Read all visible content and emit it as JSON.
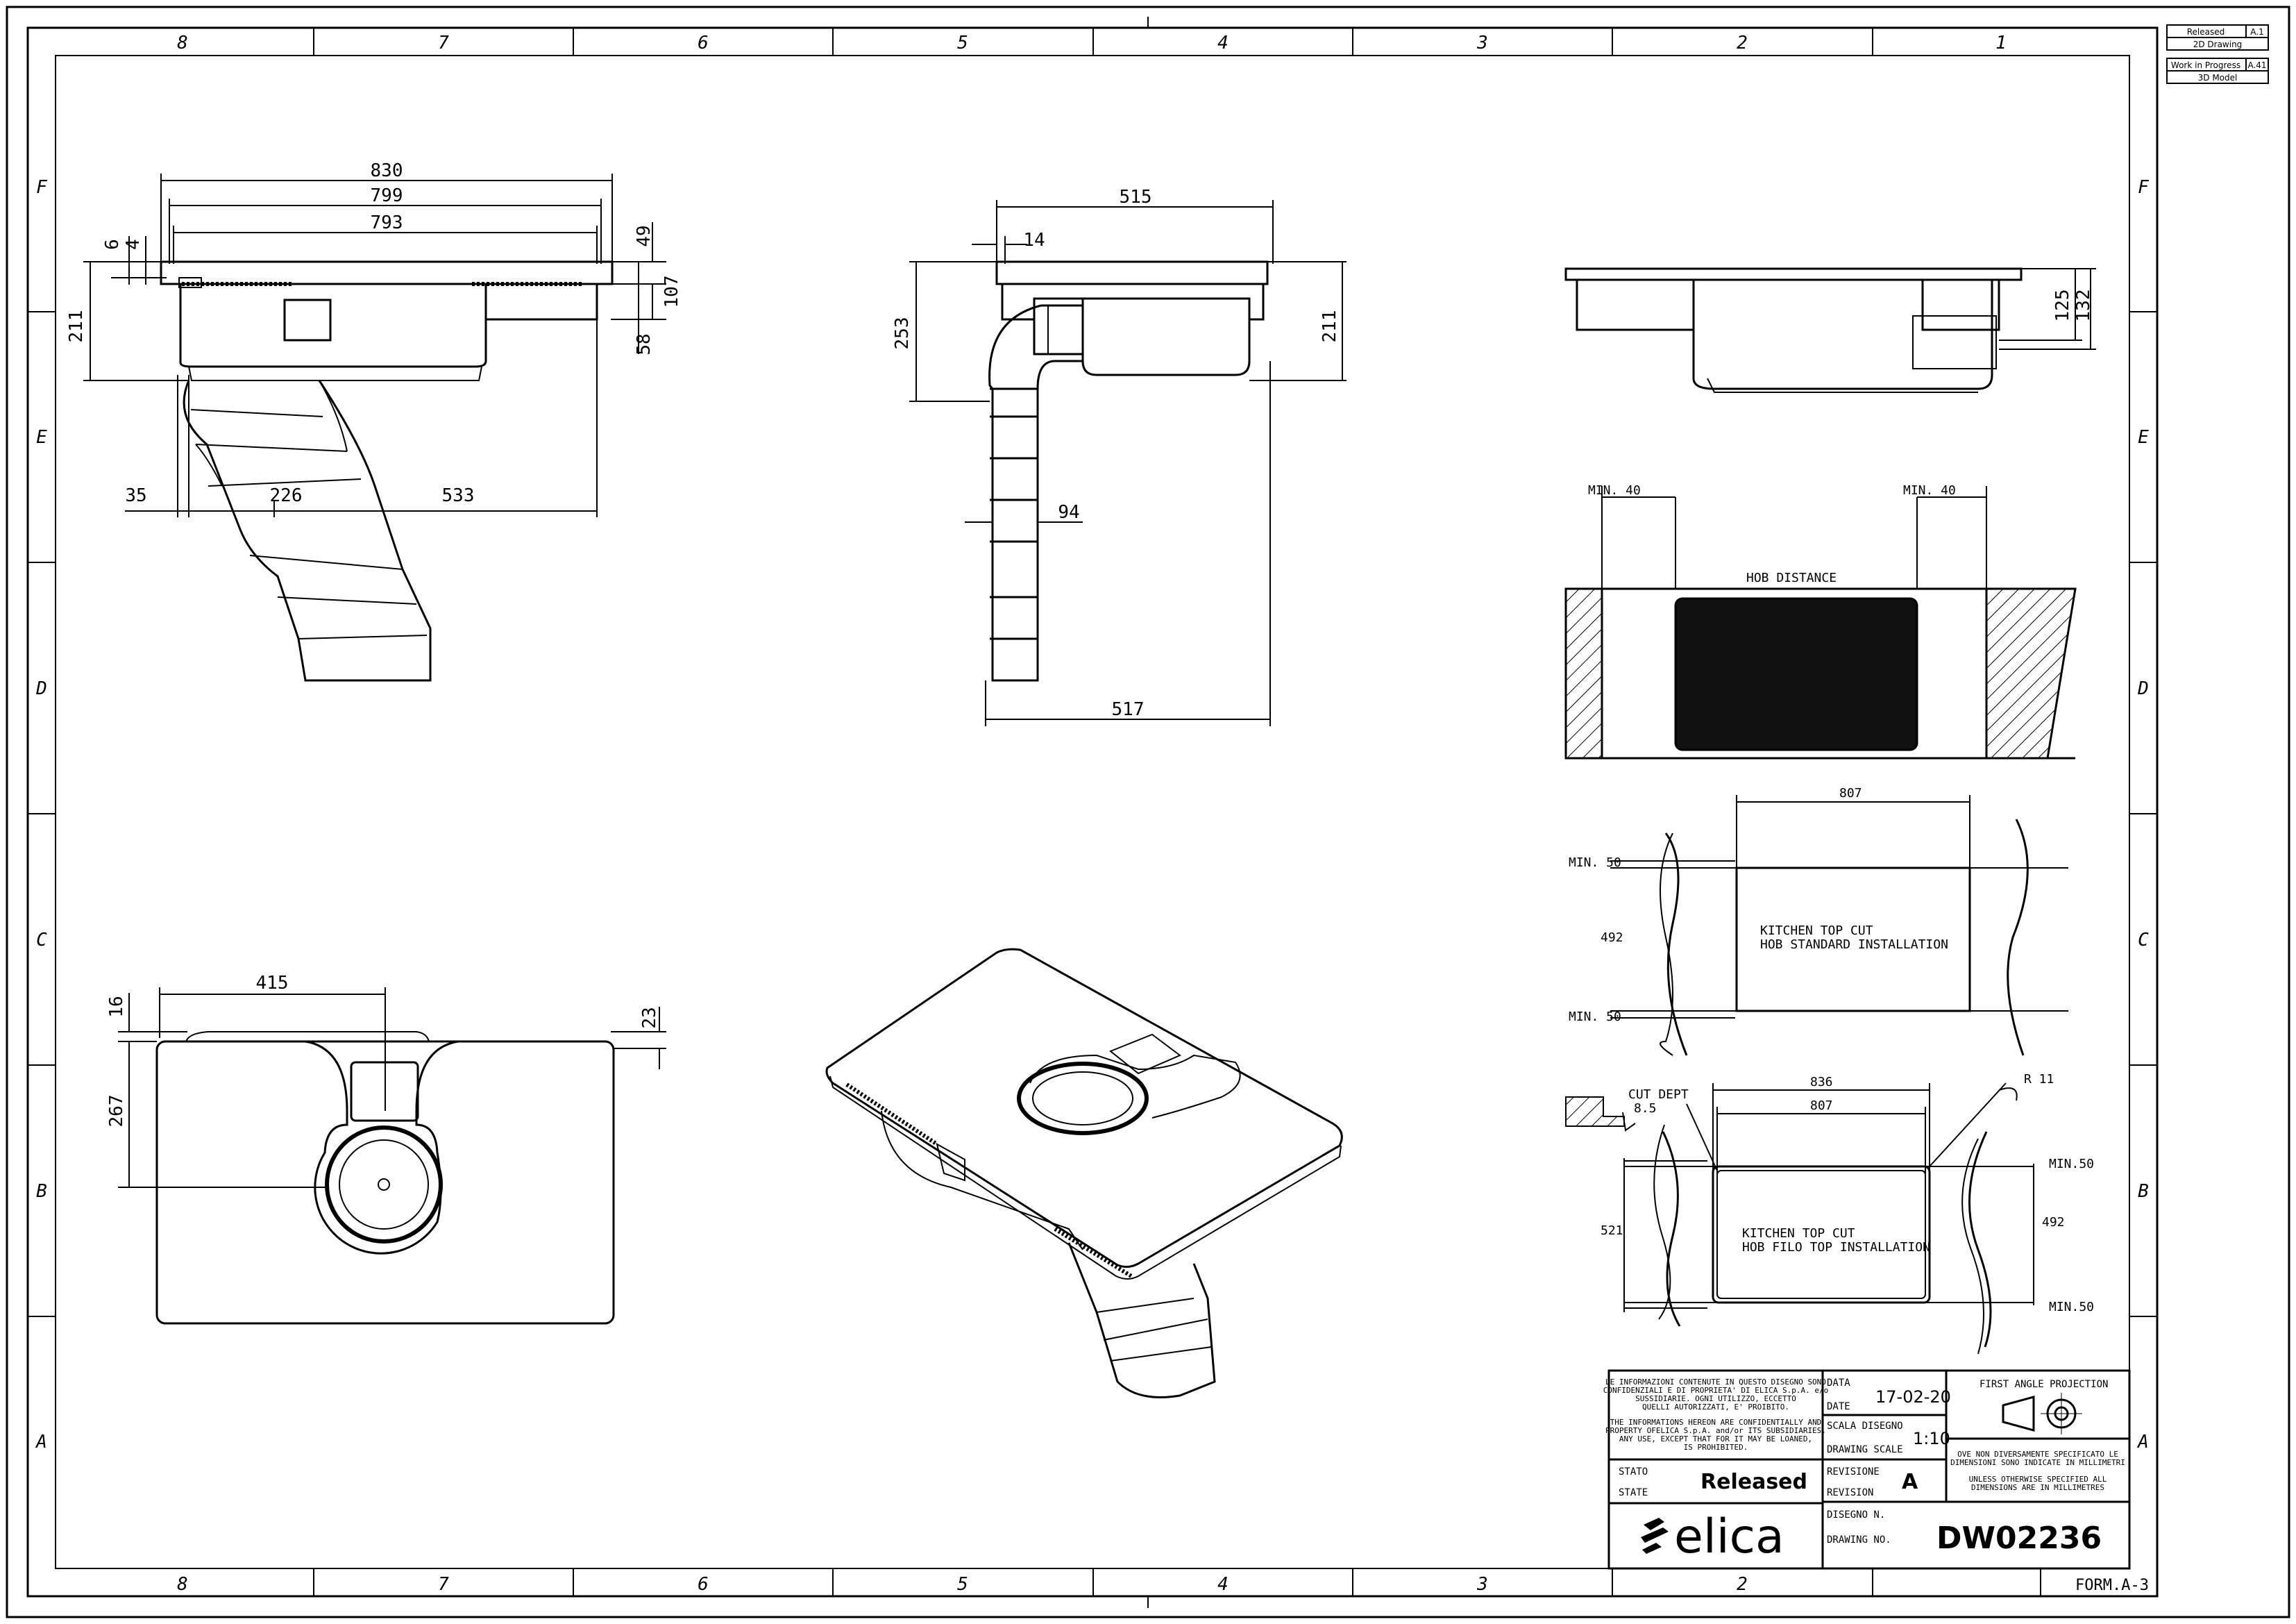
{
  "grid": {
    "columns": [
      "8",
      "7",
      "6",
      "5",
      "4",
      "3",
      "2",
      "1"
    ],
    "rows": [
      "F",
      "E",
      "D",
      "C",
      "B",
      "A"
    ]
  },
  "status_box": {
    "released_label": "Released",
    "released_code": "A.1",
    "released_sub": "2D Drawing",
    "wip_label": "Work in Progress",
    "wip_code": "A.41",
    "wip_sub": "3D Model"
  },
  "views": {
    "front": {
      "dims": [
        "830",
        "799",
        "793",
        "6",
        "4",
        "211",
        "49",
        "107",
        "58",
        "35",
        "226",
        "533"
      ]
    },
    "side": {
      "dims": [
        "515",
        "14",
        "253",
        "211",
        "94",
        "517"
      ]
    },
    "right": {
      "dims": [
        "125",
        "132"
      ]
    },
    "hob_distance": {
      "min_left": "MIN. 40",
      "min_right": "MIN. 40",
      "label": "HOB DISTANCE"
    },
    "standard_cut": {
      "width": "807",
      "height": "492",
      "min_top": "MIN. 50",
      "min_bottom": "MIN. 50",
      "label_line1": "KITCHEN TOP CUT",
      "label_line2": "HOB STANDARD INSTALLATION"
    },
    "top_view": {
      "dims": [
        "415",
        "16",
        "267",
        "23"
      ]
    },
    "filo_cut": {
      "cut_depth_line1": "CUT DEPT",
      "cut_depth_line2": "8.5",
      "outer_width": "836",
      "inner_width": "807",
      "radius": "R 11",
      "height_outer": "521",
      "height_inner": "492",
      "min_top": "MIN.50",
      "min_bottom": "MIN.50",
      "label_line1": "KITCHEN TOP CUT",
      "label_line2": "HOB FILO TOP INSTALLATION"
    }
  },
  "title_block": {
    "legal_it": [
      "LE INFORMAZIONI CONTENUTE IN QUESTO DISEGNO SONO",
      "CONFIDENZIALI E DI PROPRIETA' DI ELICA S.p.A. e/o",
      "SUSSIDIARIE. OGNI UTILIZZO, ECCETTO",
      "QUELLI AUTORIZZATI, E' PROIBITO."
    ],
    "legal_en": [
      "THE INFORMATIONS HEREON ARE CONFIDENTIALLY AND",
      "PROPERTY OFELICA S.p.A. and/or ITS SUBSIDIARIES.",
      "ANY USE, EXCEPT THAT FOR IT MAY BE LOANED,",
      "IS PROHIBITED."
    ],
    "data_label": "DATA",
    "date_label": "DATE",
    "date_value": "17-02-20",
    "scala_label": "SCALA DISEGNO",
    "scale_label": "DRAWING SCALE",
    "scale_value": "1:10",
    "stato_label": "STATO",
    "state_label": "STATE",
    "state_value": "Released",
    "revisione_label": "REVISIONE",
    "revision_label": "REVISION",
    "revision_value": "A",
    "disegno_label": "DISEGNO N.",
    "drawing_label": "DRAWING NO.",
    "drawing_value": "DW02236",
    "projection": "FIRST ANGLE PROJECTION",
    "units_it": [
      "OVE NON DIVERSAMENTE SPECIFICATO LE",
      "DIMENSIONI SONO INDICATE IN MILLIMETRI"
    ],
    "units_en": [
      "UNLESS OTHERWISE SPECIFIED ALL",
      "DIMENSIONS ARE IN MILLIMETRES"
    ],
    "brand": "elica"
  },
  "form_code": "FORM.A-3",
  "colors": {
    "ink": "#000000",
    "paper": "#ffffff",
    "cut_fill": "#111111"
  }
}
